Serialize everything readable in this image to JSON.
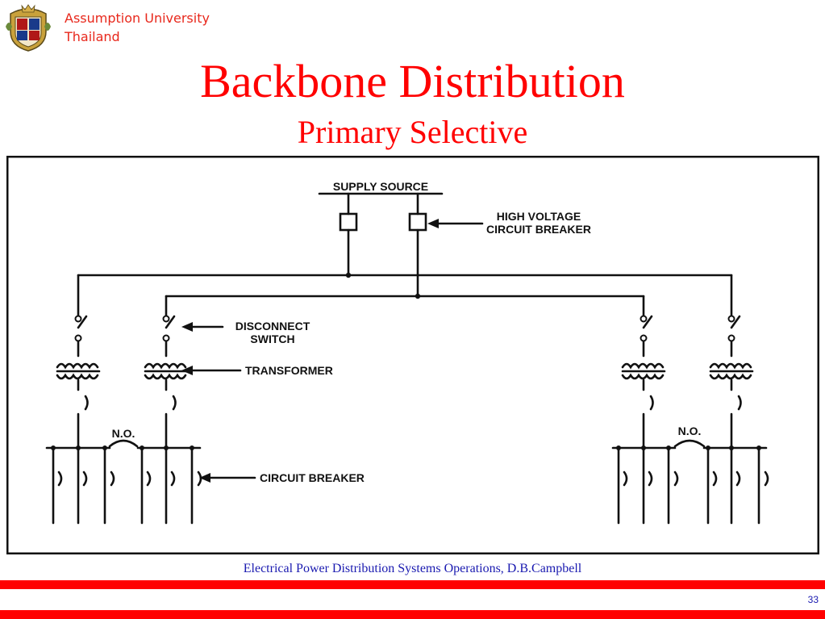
{
  "header": {
    "university_line1": "Assumption University",
    "university_line2": "Thailand"
  },
  "slide": {
    "title": "Backbone Distribution",
    "subtitle": "Primary Selective",
    "footer": "Electrical Power Distribution Systems Operations, D.B.Campbell",
    "page_number": "33"
  },
  "diagram": {
    "supply_source": "SUPPLY SOURCE",
    "hv_breaker_line1": "HIGH VOLTAGE",
    "hv_breaker_line2": "CIRCUIT BREAKER",
    "disconnect_line1": "DISCONNECT",
    "disconnect_line2": "SWITCH",
    "transformer": "TRANSFORMER",
    "circuit_breaker": "CIRCUIT BREAKER",
    "no_left": "N.O.",
    "no_right": "N.O."
  },
  "colors": {
    "title": "#ff0000",
    "footer_text": "#1a1ab0",
    "bars": "#ff0000"
  }
}
